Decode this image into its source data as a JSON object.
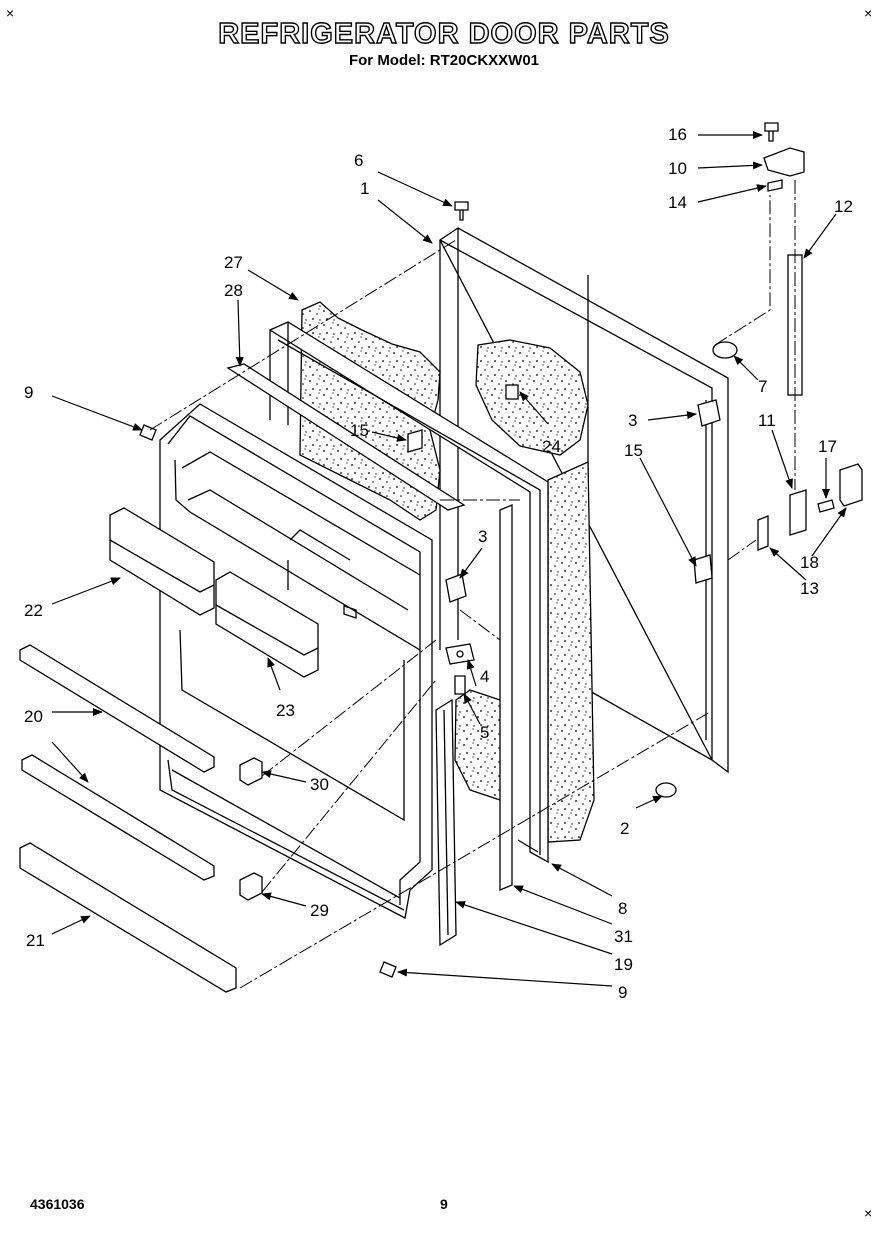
{
  "page": {
    "title": "REFRIGERATOR DOOR PARTS",
    "subtitle": "For Model: RT20CKXXW01",
    "doc_number": "4361036",
    "page_number": "9",
    "corner_mark": "×"
  },
  "callouts": [
    "1",
    "2",
    "3",
    "3",
    "4",
    "5",
    "6",
    "7",
    "8",
    "9",
    "9",
    "10",
    "11",
    "12",
    "13",
    "14",
    "15",
    "15",
    "16",
    "17",
    "18",
    "19",
    "20",
    "21",
    "22",
    "23",
    "24",
    "27",
    "28",
    "29",
    "30",
    "31"
  ]
}
